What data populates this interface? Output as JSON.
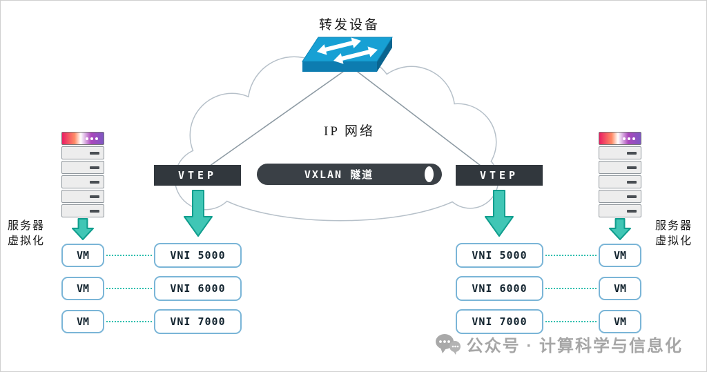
{
  "title": "转发设备",
  "network": {
    "label": "IP 网络"
  },
  "tunnel": {
    "label": "VXLAN 隧道"
  },
  "vtep": {
    "left": "VTEP",
    "right": "VTEP"
  },
  "server_label": {
    "line1": "服务器",
    "line2": "虚拟化"
  },
  "left": {
    "vms": [
      "VM",
      "VM",
      "VM"
    ],
    "vnis": [
      "VNI 5000",
      "VNI 6000",
      "VNI 7000"
    ]
  },
  "right": {
    "vms": [
      "VM",
      "VM",
      "VM"
    ],
    "vnis": [
      "VNI 5000",
      "VNI 6000",
      "VNI 7000"
    ]
  },
  "watermark": {
    "text": "公众号 · 计算科学与信息化"
  },
  "colors": {
    "accent_teal": "#2fbfae",
    "arrow_fill": "#40c6b5",
    "arrow_border": "#119e8e",
    "box_border_blue": "#7ab5d7",
    "dark_box": "#31373d",
    "switch_blue_top": "#17a0d4",
    "switch_blue_front": "#0d7cb0",
    "cloud_outline": "#b6c0c9",
    "watermark_gray": "#a6a6a6"
  }
}
